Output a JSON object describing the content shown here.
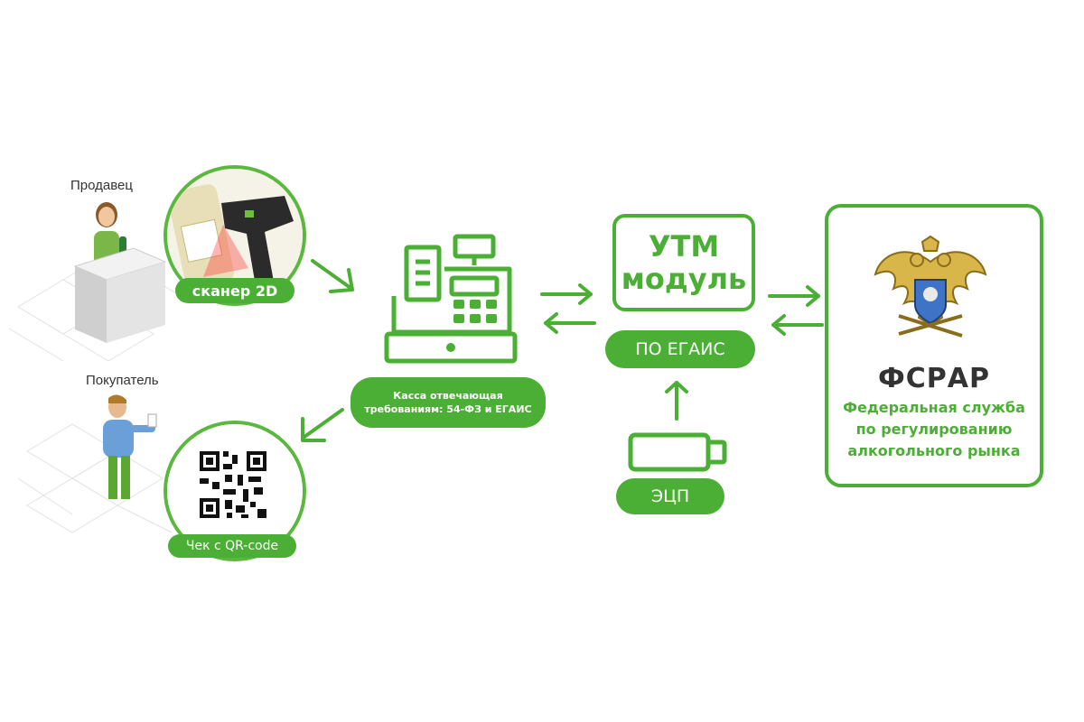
{
  "seller": {
    "label": "Продавец"
  },
  "buyer": {
    "label": "Покупатель"
  },
  "scanner": {
    "label": "сканер 2D"
  },
  "receipt": {
    "label": "Чек с QR-code"
  },
  "register": {
    "label_line1": "Касса отвечающая",
    "label_line2": "требованиям: 54-ФЗ и ЕГАИС"
  },
  "utm": {
    "line1": "УТМ",
    "line2": "модуль",
    "software_label": "ПО ЕГАИС"
  },
  "token": {
    "label": "ЭЦП"
  },
  "fsrar": {
    "title": "ФСРАР",
    "line1": "Федеральная служба",
    "line2": "по регулированию",
    "line3": "алкогольного рынка"
  },
  "colors": {
    "accent": "#4caf35",
    "accent_light": "#5ab83e"
  }
}
